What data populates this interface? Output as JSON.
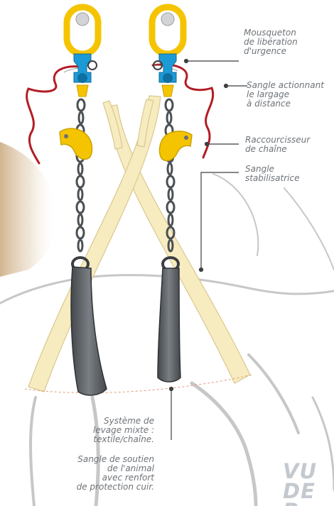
{
  "colors": {
    "hook_yellow": "#f5c400",
    "swivel_blue": "#1c9ad6",
    "chain_dark": "#4b5054",
    "strap_cream": "#f7ebc0",
    "strap_outline": "#d9c88e",
    "belly_band": "#5e6266",
    "remote_strap_red": "#b31c25",
    "animal_outline": "#c7c7c7",
    "leader_line": "#3c3f42",
    "label_text": "#6e7378",
    "watermark_text": "#c4c9cf"
  },
  "icons": [
    "master-link-icon",
    "swivel-hook-icon",
    "chain-shortener-icon",
    "chain-icon",
    "support-band-icon"
  ],
  "callouts": {
    "quick_release": "Mousqueton\nde libération\nd'urgence",
    "remote_release_strap": "Sangle actionnant\nle largage\nà distance",
    "chain_shortener": "Raccourcisseur\nde chaîne",
    "stabilizer_strap": "Sangle\nstabilisatrice",
    "lifting_system": "Système de\nlevage mixte :\ntextile/chaîne.",
    "support_strap": "Sangle de soutien\nde l'animal\navec renfort\nde protection cuir."
  },
  "watermark": "VU\nDE P"
}
